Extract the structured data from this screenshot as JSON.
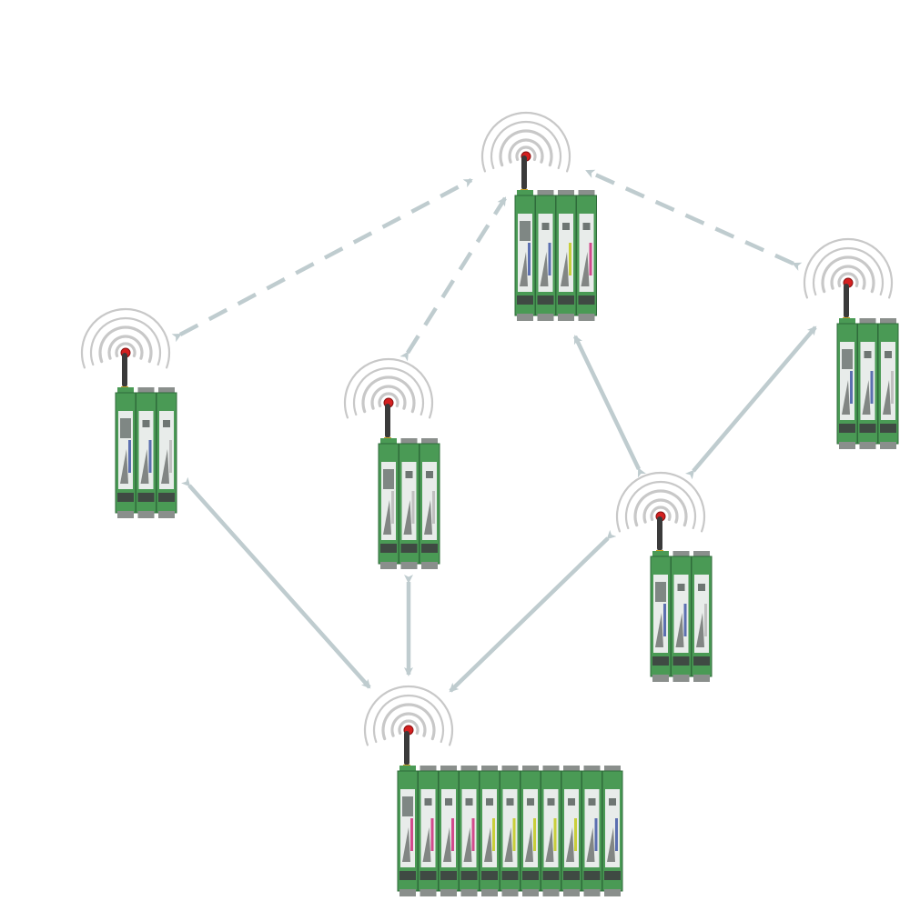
{
  "colors": {
    "background": "#ffffff",
    "link": "#bfcccf",
    "signal_ring": "#c8c8c8",
    "signal_led": "#d42020",
    "antenna": "#3a3a3a",
    "module_green": "#4a9a55",
    "module_dark": "#2f6b3a",
    "module_panel": "#e8ecea",
    "terminal_gray": "#8a8f8c",
    "stripe_colors": [
      "#5b6fb0",
      "#c0c0c0",
      "#d24a8c",
      "#c9cf3a"
    ]
  },
  "diagram": {
    "type": "wireless-io-network",
    "nodes": [
      {
        "id": "node-top",
        "modules": 4,
        "stripes": [
          "#5b6fb0",
          "#c9cf3a",
          "#d24a8c"
        ]
      },
      {
        "id": "node-left",
        "modules": 3,
        "stripes": [
          "#5b6fb0",
          "#c0c0c0"
        ]
      },
      {
        "id": "node-middle",
        "modules": 3,
        "stripes": [
          "#c0c0c0",
          "#c0c0c0"
        ]
      },
      {
        "id": "node-right",
        "modules": 3,
        "stripes": [
          "#5b6fb0",
          "#c0c0c0"
        ]
      },
      {
        "id": "node-center-right",
        "modules": 3,
        "stripes": [
          "#5b6fb0",
          "#c0c0c0"
        ]
      },
      {
        "id": "node-bottom",
        "modules": 11,
        "stripes": [
          "#d24a8c",
          "#d24a8c",
          "#d24a8c",
          "#c9cf3a",
          "#c9cf3a",
          "#c9cf3a",
          "#c9cf3a",
          "#c9cf3a",
          "#5b6fb0",
          "#5b6fb0"
        ]
      }
    ],
    "links": [
      {
        "from": "node-left",
        "to": "node-top",
        "style": "dashed"
      },
      {
        "from": "node-middle",
        "to": "node-top",
        "style": "dashed"
      },
      {
        "from": "node-right",
        "to": "node-top",
        "style": "dashed"
      },
      {
        "from": "node-left",
        "to": "node-bottom",
        "style": "solid"
      },
      {
        "from": "node-middle",
        "to": "node-bottom",
        "style": "solid"
      },
      {
        "from": "node-center-right",
        "to": "node-bottom",
        "style": "solid"
      },
      {
        "from": "node-center-right",
        "to": "node-top",
        "style": "solid"
      },
      {
        "from": "node-center-right",
        "to": "node-right",
        "style": "solid"
      }
    ]
  }
}
